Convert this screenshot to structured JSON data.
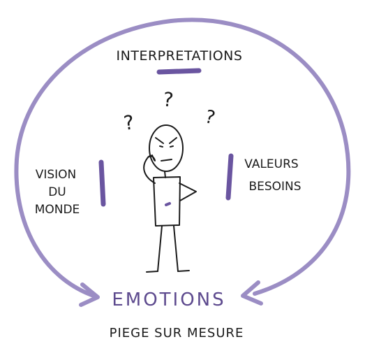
{
  "labels": {
    "top": "INTERPRETATIONS",
    "left": [
      "VISION",
      "DU",
      "MONDE"
    ],
    "right": [
      "VALEURS",
      "BESOINS"
    ],
    "center_bottom": "EMOTIONS",
    "caption": "PIEGE SUR MESURE"
  },
  "question_marks": [
    "?",
    "?",
    "?"
  ],
  "colors": {
    "cycle_stroke": "#9b8dc4",
    "marker_bar": "#6a55a0",
    "emotions_text": "#5d4a8e",
    "ink": "#1a1a1a"
  }
}
